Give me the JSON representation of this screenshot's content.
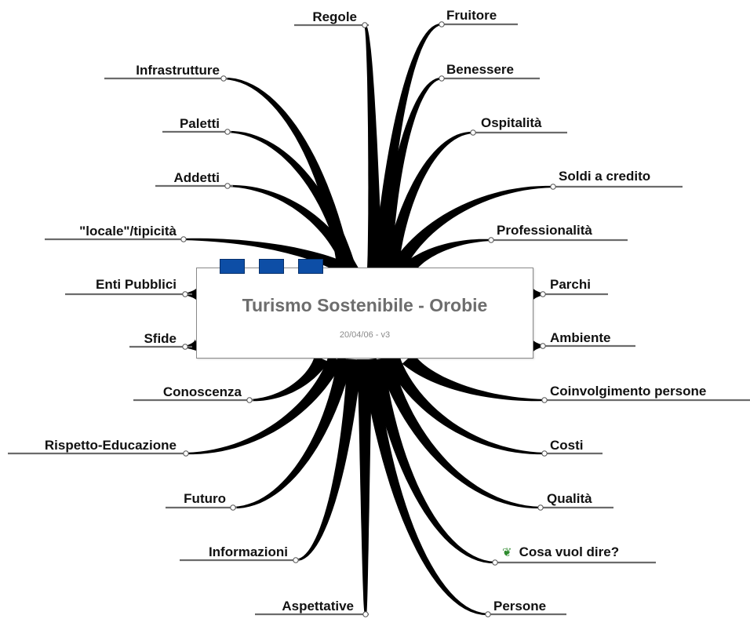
{
  "central": {
    "title": "Turismo Sostenibile - Orobie",
    "subtitle": "20/04/06 - v3"
  },
  "colors": {
    "branch": "#000000",
    "underline": "#6b6b6b",
    "tag": "#0d4ea6",
    "title": "#6d6d6d",
    "hint_icon": "#2e8b2e"
  },
  "topics": [
    {
      "id": "regole",
      "label": "Regole"
    },
    {
      "id": "infrastrutture",
      "label": "Infrastrutture"
    },
    {
      "id": "paletti",
      "label": "Paletti"
    },
    {
      "id": "addetti",
      "label": "Addetti"
    },
    {
      "id": "locale-tipicita",
      "label": "\"locale\"/tipicità"
    },
    {
      "id": "enti-pubblici",
      "label": "Enti Pubblici"
    },
    {
      "id": "sfide",
      "label": "Sfide"
    },
    {
      "id": "conoscenza",
      "label": "Conoscenza"
    },
    {
      "id": "rispetto-educazione",
      "label": "Rispetto-Educazione"
    },
    {
      "id": "futuro",
      "label": "Futuro"
    },
    {
      "id": "informazioni",
      "label": "Informazioni"
    },
    {
      "id": "aspettative",
      "label": "Aspettative"
    },
    {
      "id": "fruitore",
      "label": "Fruitore"
    },
    {
      "id": "benessere",
      "label": "Benessere"
    },
    {
      "id": "ospitalita",
      "label": "Ospitalità"
    },
    {
      "id": "soldi-a-credito",
      "label": "Soldi a credito"
    },
    {
      "id": "professionalita",
      "label": "Professionalità"
    },
    {
      "id": "parchi",
      "label": "Parchi"
    },
    {
      "id": "ambiente",
      "label": "Ambiente"
    },
    {
      "id": "coinvolgimento-persone",
      "label": "Coinvolgimento persone"
    },
    {
      "id": "costi",
      "label": "Costi"
    },
    {
      "id": "qualita",
      "label": "Qualità"
    },
    {
      "id": "cosa-vuol-dire",
      "label": "Cosa vuol dire?",
      "icon": "question-hint-icon"
    },
    {
      "id": "persone",
      "label": "Persone"
    }
  ]
}
